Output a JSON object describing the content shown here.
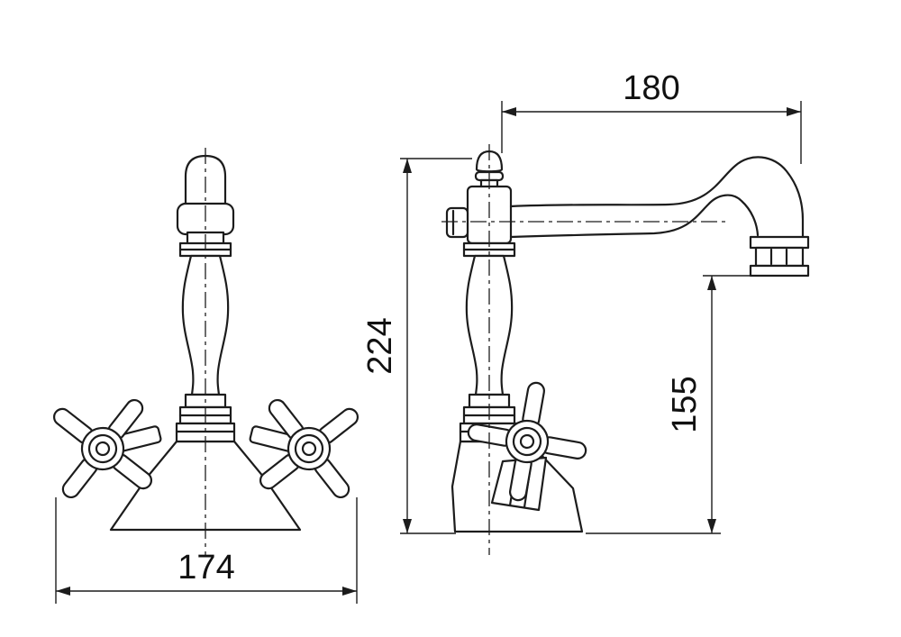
{
  "dimensions": {
    "width_180": "180",
    "height_224": "224",
    "height_155": "155",
    "width_174": "174"
  },
  "colors": {
    "line": "#1c1c1c",
    "dimension_text": "#111111",
    "background": "#ffffff"
  }
}
